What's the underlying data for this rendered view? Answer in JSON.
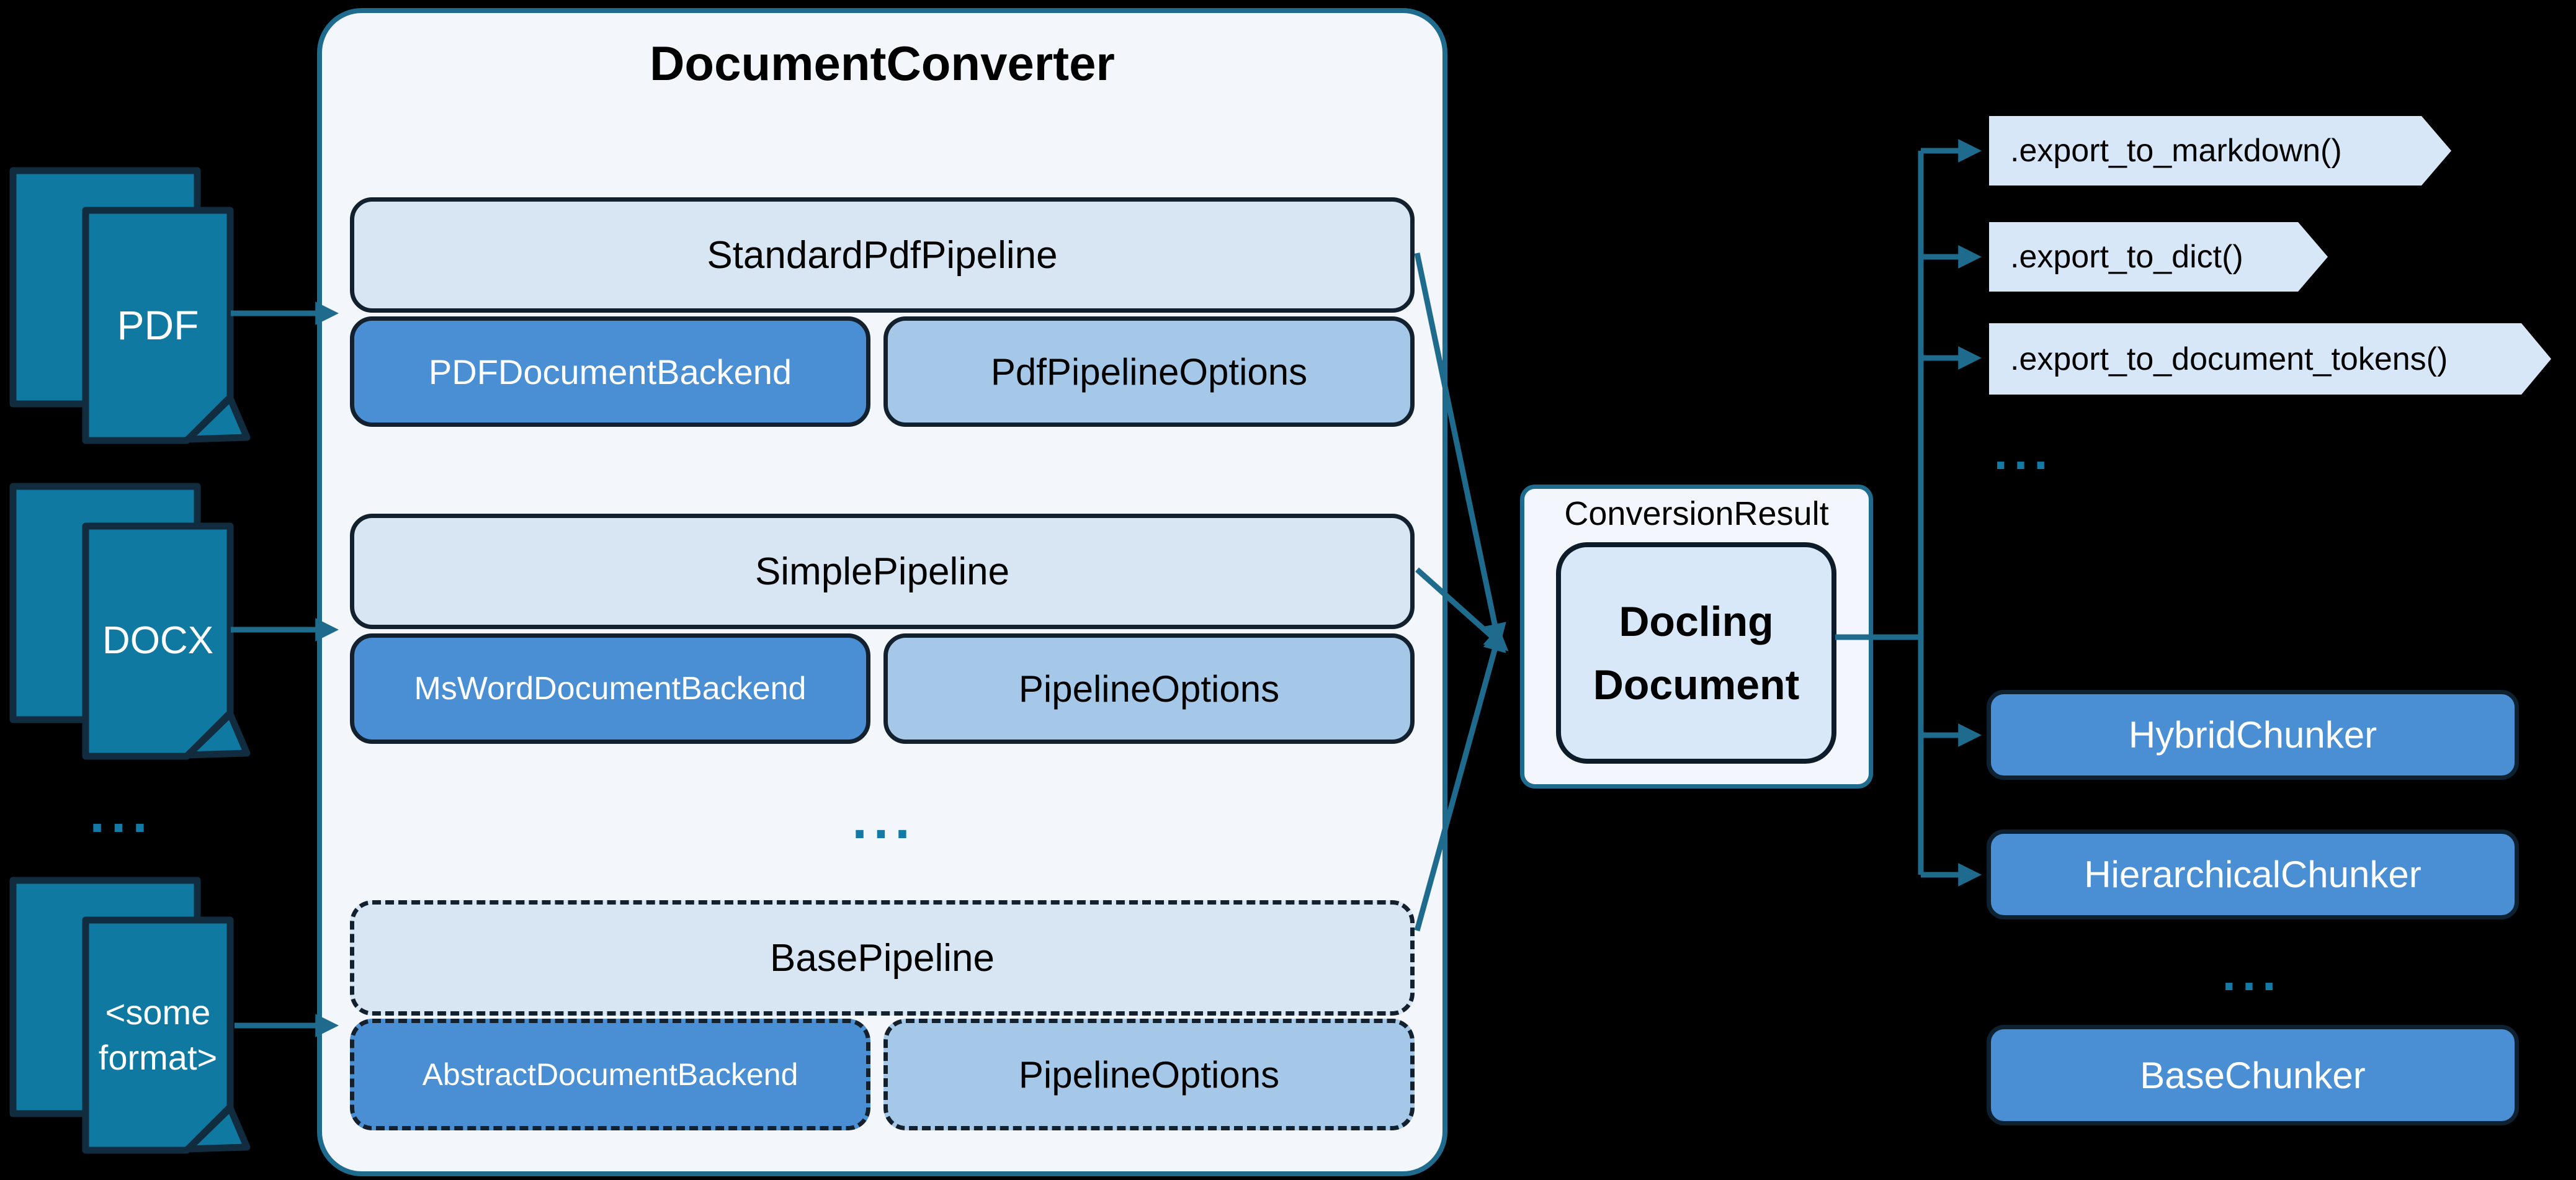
{
  "colors": {
    "background": "#000000",
    "line_teal": "#1f6b8d",
    "dot_teal": "#137aa5",
    "document_fill": "#0f79a1",
    "document_border": "#102c3e",
    "panel_bg": "#f3f7fb",
    "panel_border": "#1f6b8d",
    "pipeline_fill": "#d8e6f3",
    "pipeline_border": "#13202e",
    "backend_fill": "#4a8fd4",
    "options_fill": "#a6c8e8",
    "result_doc_fill": "#d9e8f8",
    "banner_fill": "#d8e7f8",
    "chunker_fill": "#4a8fd4"
  },
  "inputs": {
    "pdf_label": "PDF",
    "docx_label": "DOCX",
    "other_label_line1": "<some",
    "other_label_line2": "format>",
    "ellipsis": "..."
  },
  "converter": {
    "title": "DocumentConverter",
    "ellipsis": "...",
    "pipelines": [
      {
        "name": "StandardPdfPipeline",
        "backend": "PDFDocumentBackend",
        "options": "PdfPipelineOptions"
      },
      {
        "name": "SimplePipeline",
        "backend": "MsWordDocumentBackend",
        "options": "PipelineOptions"
      },
      {
        "name": "BasePipeline",
        "backend": "AbstractDocumentBackend",
        "options": "PipelineOptions"
      }
    ]
  },
  "result": {
    "label": "ConversionResult",
    "doc_line1": "Docling",
    "doc_line2": "Document"
  },
  "exports": {
    "items": [
      ".export_to_markdown()",
      ".export_to_dict()",
      ".export_to_document_tokens()"
    ],
    "ellipsis": "..."
  },
  "chunkers": {
    "items": [
      "HybridChunker",
      "HierarchicalChunker"
    ],
    "ellipsis": "...",
    "base": "BaseChunker"
  }
}
